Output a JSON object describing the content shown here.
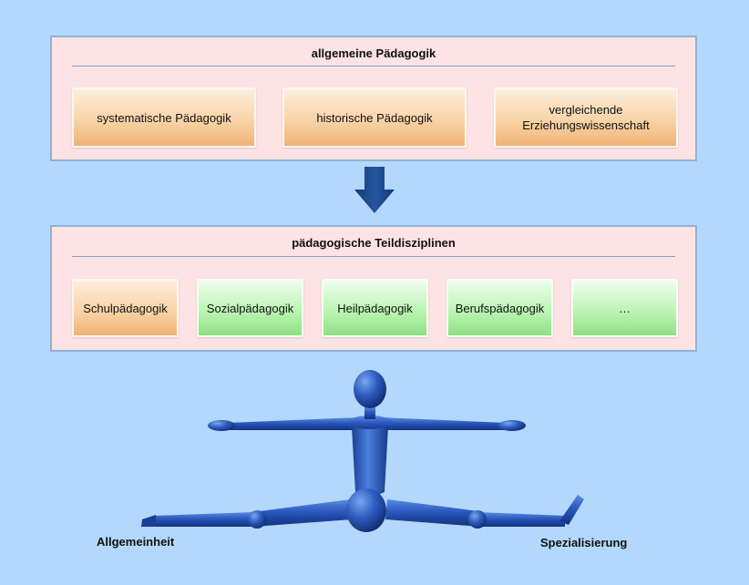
{
  "top_panel": {
    "title": "allgemeine Pädagogik",
    "items": [
      "systematische Pädagogik",
      "historische Pädagogik",
      "vergleichende\nErziehungswissenschaft"
    ]
  },
  "bottom_panel": {
    "title": "pädagogische Teildisziplinen",
    "items": [
      "Schulpädagogik",
      "Sozialpädagogik",
      "Heilpädagogik",
      "Berufspädagogik",
      "…"
    ]
  },
  "figure_labels": {
    "left": "Allgemeinheit",
    "right": "Spezialisierung"
  },
  "colors": {
    "background": "#b3d8fb",
    "panel": "#fde3e3",
    "orange_box": "#f3c28a",
    "green_box": "#a8eba0",
    "arrow": "#1c4c93",
    "figure": "#2352b3"
  }
}
